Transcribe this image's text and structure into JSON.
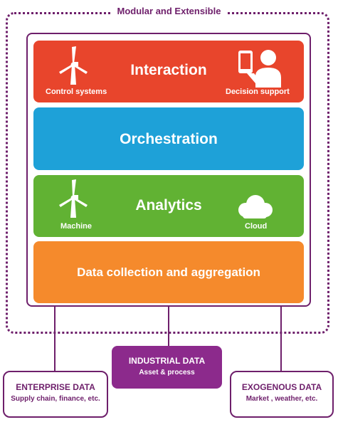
{
  "outer": {
    "label": "Modular and Extensible"
  },
  "layers": {
    "interaction": {
      "title": "Interaction",
      "left_label": "Control systems",
      "right_label": "Decision support",
      "left_icon": "wind-turbine-icon",
      "right_icon": "person-with-phone-icon"
    },
    "orchestration": {
      "title": "Orchestration"
    },
    "analytics": {
      "title": "Analytics",
      "left_label": "Machine",
      "right_label": "Cloud",
      "left_icon": "wind-turbine-icon",
      "right_icon": "cloud-icon"
    },
    "data_collection": {
      "title": "Data collection and aggregation"
    }
  },
  "sources": {
    "enterprise": {
      "title": "ENTERPRISE DATA",
      "subtitle": "Supply chain, finance, etc."
    },
    "industrial": {
      "title": "INDUSTRIAL DATA",
      "subtitle": "Asset & process"
    },
    "exogenous": {
      "title": "EXOGENOUS DATA",
      "subtitle": "Market , weather, etc."
    }
  },
  "colors": {
    "frame_purple": "#6e1f6b",
    "industrial_purple": "#8c2a8c",
    "interaction_red": "#e8452c",
    "orchestration_blue": "#1ea1d8",
    "analytics_green": "#61b233",
    "data_collection_orange": "#f58a2c"
  }
}
